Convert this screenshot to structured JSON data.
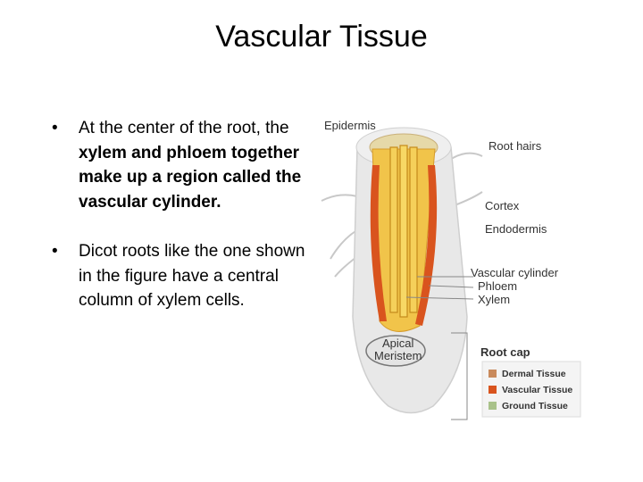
{
  "slide": {
    "title": "Vascular Tissue",
    "bullets": [
      {
        "parts": [
          {
            "text": "At the center of the root, the ",
            "bold": false
          },
          {
            "text": "xylem and phloem together make up a region called the vascular cylinder.",
            "bold": true
          }
        ]
      },
      {
        "parts": [
          {
            "text": "Dicot roots like the one shown in the figure have a central column of xylem cells.",
            "bold": false
          }
        ]
      }
    ]
  },
  "figure": {
    "labels": {
      "epidermis": "Epidermis",
      "root_hairs": "Root hairs",
      "cortex": "Cortex",
      "endodermis": "Endodermis",
      "vascular_cylinder": "Vascular cylinder",
      "phloem": "Phloem",
      "xylem": "Xylem",
      "apical_meristem_1": "Apical",
      "apical_meristem_2": "Meristem",
      "root_cap": "Root cap"
    },
    "legend": [
      {
        "label": "Dermal Tissue",
        "color": "#c98a5c"
      },
      {
        "label": "Vascular Tissue",
        "color": "#d9541e"
      },
      {
        "label": "Ground Tissue",
        "color": "#a9c28a"
      }
    ]
  }
}
